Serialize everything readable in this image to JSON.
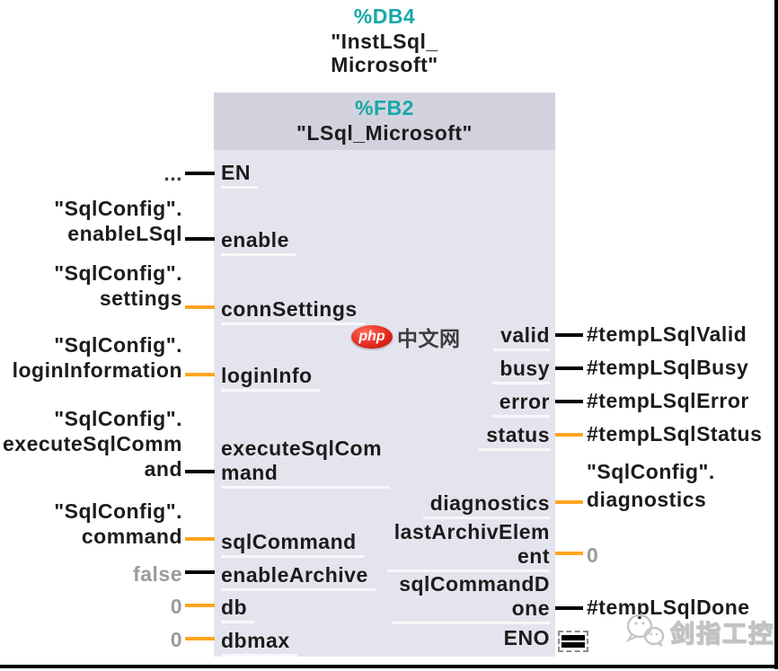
{
  "call": {
    "db_address": "%DB4",
    "db_name_lines": [
      "\"InstLSql_",
      "Microsoft\""
    ],
    "fb_address": "%FB2",
    "fb_title": "\"LSql_Microsoft\""
  },
  "inputs": [
    {
      "pin": [
        "EN"
      ],
      "operand": [
        "..."
      ],
      "wire": "black",
      "operand_style": "dark"
    },
    {
      "pin": [
        "enable"
      ],
      "operand": [
        "\"SqlConfig\".",
        "enableLSql"
      ],
      "wire": "black"
    },
    {
      "pin": [
        "connSettings"
      ],
      "operand": [
        "\"SqlConfig\".",
        "settings"
      ],
      "wire": "orange"
    },
    {
      "pin": [
        "loginInfo"
      ],
      "operand": [
        "\"SqlConfig\".",
        "loginInformation"
      ],
      "wire": "orange"
    },
    {
      "pin": [
        "executeSqlCom",
        "mand"
      ],
      "operand": [
        "\"SqlConfig\".",
        "executeSqlComm",
        "and"
      ],
      "wire": "black"
    },
    {
      "pin": [
        "sqlCommand"
      ],
      "operand": [
        "\"SqlConfig\".",
        "command"
      ],
      "wire": "orange"
    },
    {
      "pin": [
        "enableArchive"
      ],
      "operand": [
        "false"
      ],
      "wire": "black",
      "operand_style": "gray"
    },
    {
      "pin": [
        "db"
      ],
      "operand": [
        "0"
      ],
      "wire": "orange",
      "operand_style": "gray"
    },
    {
      "pin": [
        "dbmax"
      ],
      "operand": [
        "0"
      ],
      "wire": "orange",
      "operand_style": "gray"
    }
  ],
  "outputs": [
    {
      "pin": [
        "valid"
      ],
      "operand": [
        "#tempLSqlValid"
      ],
      "wire": "black"
    },
    {
      "pin": [
        "busy"
      ],
      "operand": [
        "#tempLSqlBusy"
      ],
      "wire": "black"
    },
    {
      "pin": [
        "error"
      ],
      "operand": [
        "#tempLSqlError"
      ],
      "wire": "black"
    },
    {
      "pin": [
        "status"
      ],
      "operand": [
        "#tempLSqlStatus"
      ],
      "wire": "orange"
    },
    {
      "pin": [
        "diagnostics"
      ],
      "operand": [
        "\"SqlConfig\".",
        "diagnostics"
      ],
      "wire": "orange"
    },
    {
      "pin": [
        "lastArchivElem",
        "ent"
      ],
      "operand": [
        "0"
      ],
      "wire": "orange",
      "operand_style": "gray"
    },
    {
      "pin": [
        "sqlCommandD",
        "one"
      ],
      "operand": [
        "#tempLSqlDone"
      ],
      "wire": "black"
    },
    {
      "pin": [
        "ENO"
      ],
      "operand": [],
      "wire": "none"
    }
  ],
  "watermark_php": {
    "logo_text": "php",
    "site_text": "中文网"
  },
  "watermark_brand": {
    "text": "剑指工控"
  },
  "colors": {
    "address_teal": "#18a8a8",
    "block_body": "#e4e4ee",
    "block_header": "#d2d2de",
    "default_value_gray": "#9b9b9b",
    "php_logo_red": "#e62b1e",
    "wires": {
      "black": "#000000",
      "orange": "#ffa521"
    }
  }
}
